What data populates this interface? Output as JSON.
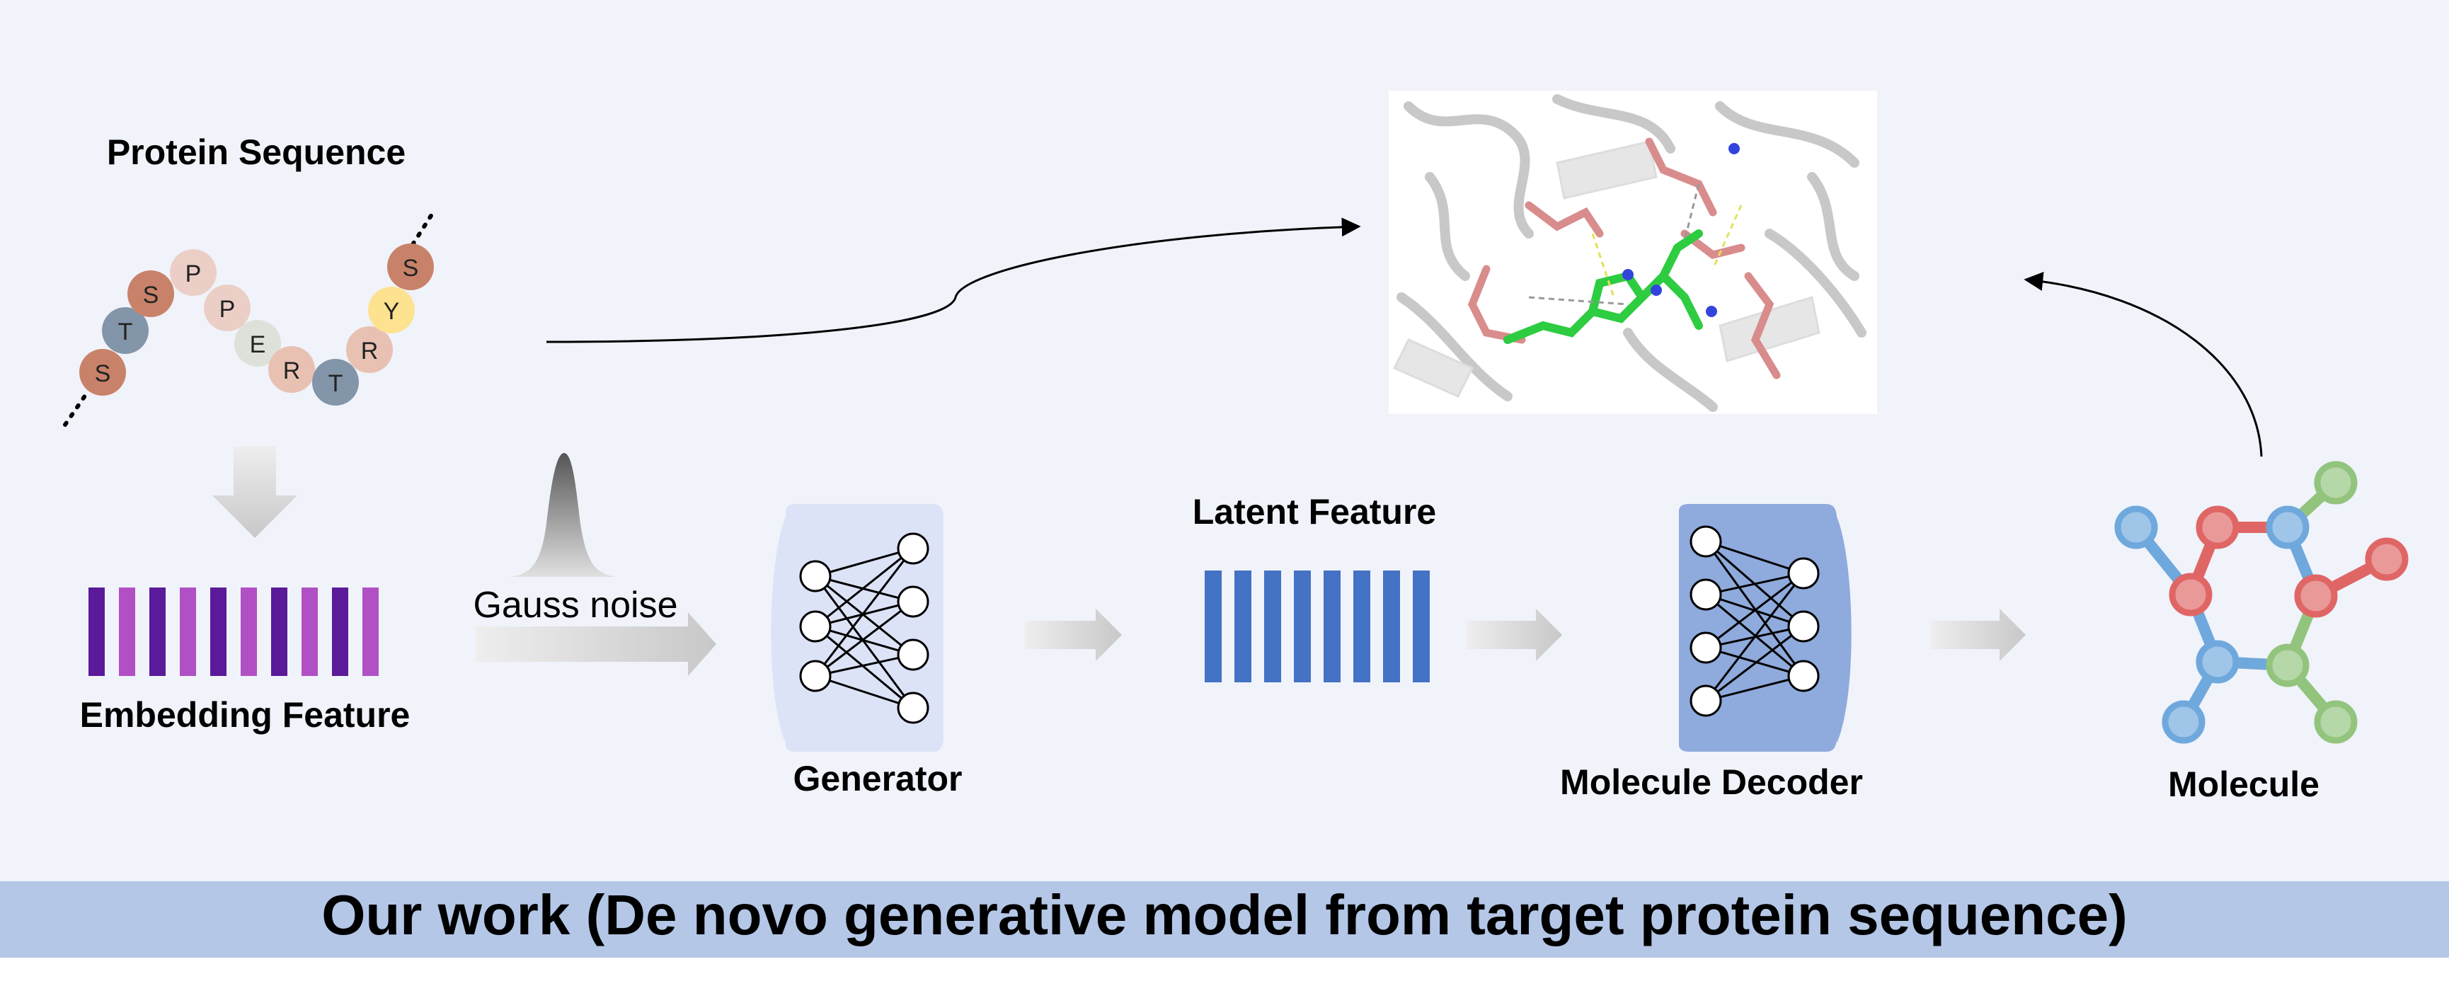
{
  "labels": {
    "protein_sequence": "Protein Sequence",
    "embedding_feature": "Embedding Feature",
    "gauss_noise": "Gauss noise",
    "generator": "Generator",
    "latent_feature": "Latent Feature",
    "molecule_decoder": "Molecule Decoder",
    "molecule": "Molecule"
  },
  "banner": {
    "text": "Our work (De novo generative model from target protein sequence)"
  },
  "protein_residues": [
    "S",
    "T",
    "S",
    "P",
    "P",
    "E",
    "R",
    "T",
    "R",
    "Y",
    "S"
  ],
  "colors": {
    "background": "#f0f3fa",
    "banner": "#b4c7e7",
    "embedding_dark": "#5a1a99",
    "embedding_light": "#b150c5",
    "latent_bar": "#4472c4",
    "generator_panel": "#dde3f7",
    "decoder_panel": "#8faadc",
    "atom_red": "#e06666",
    "atom_blue": "#6fa8dc",
    "atom_green": "#93c47d"
  }
}
